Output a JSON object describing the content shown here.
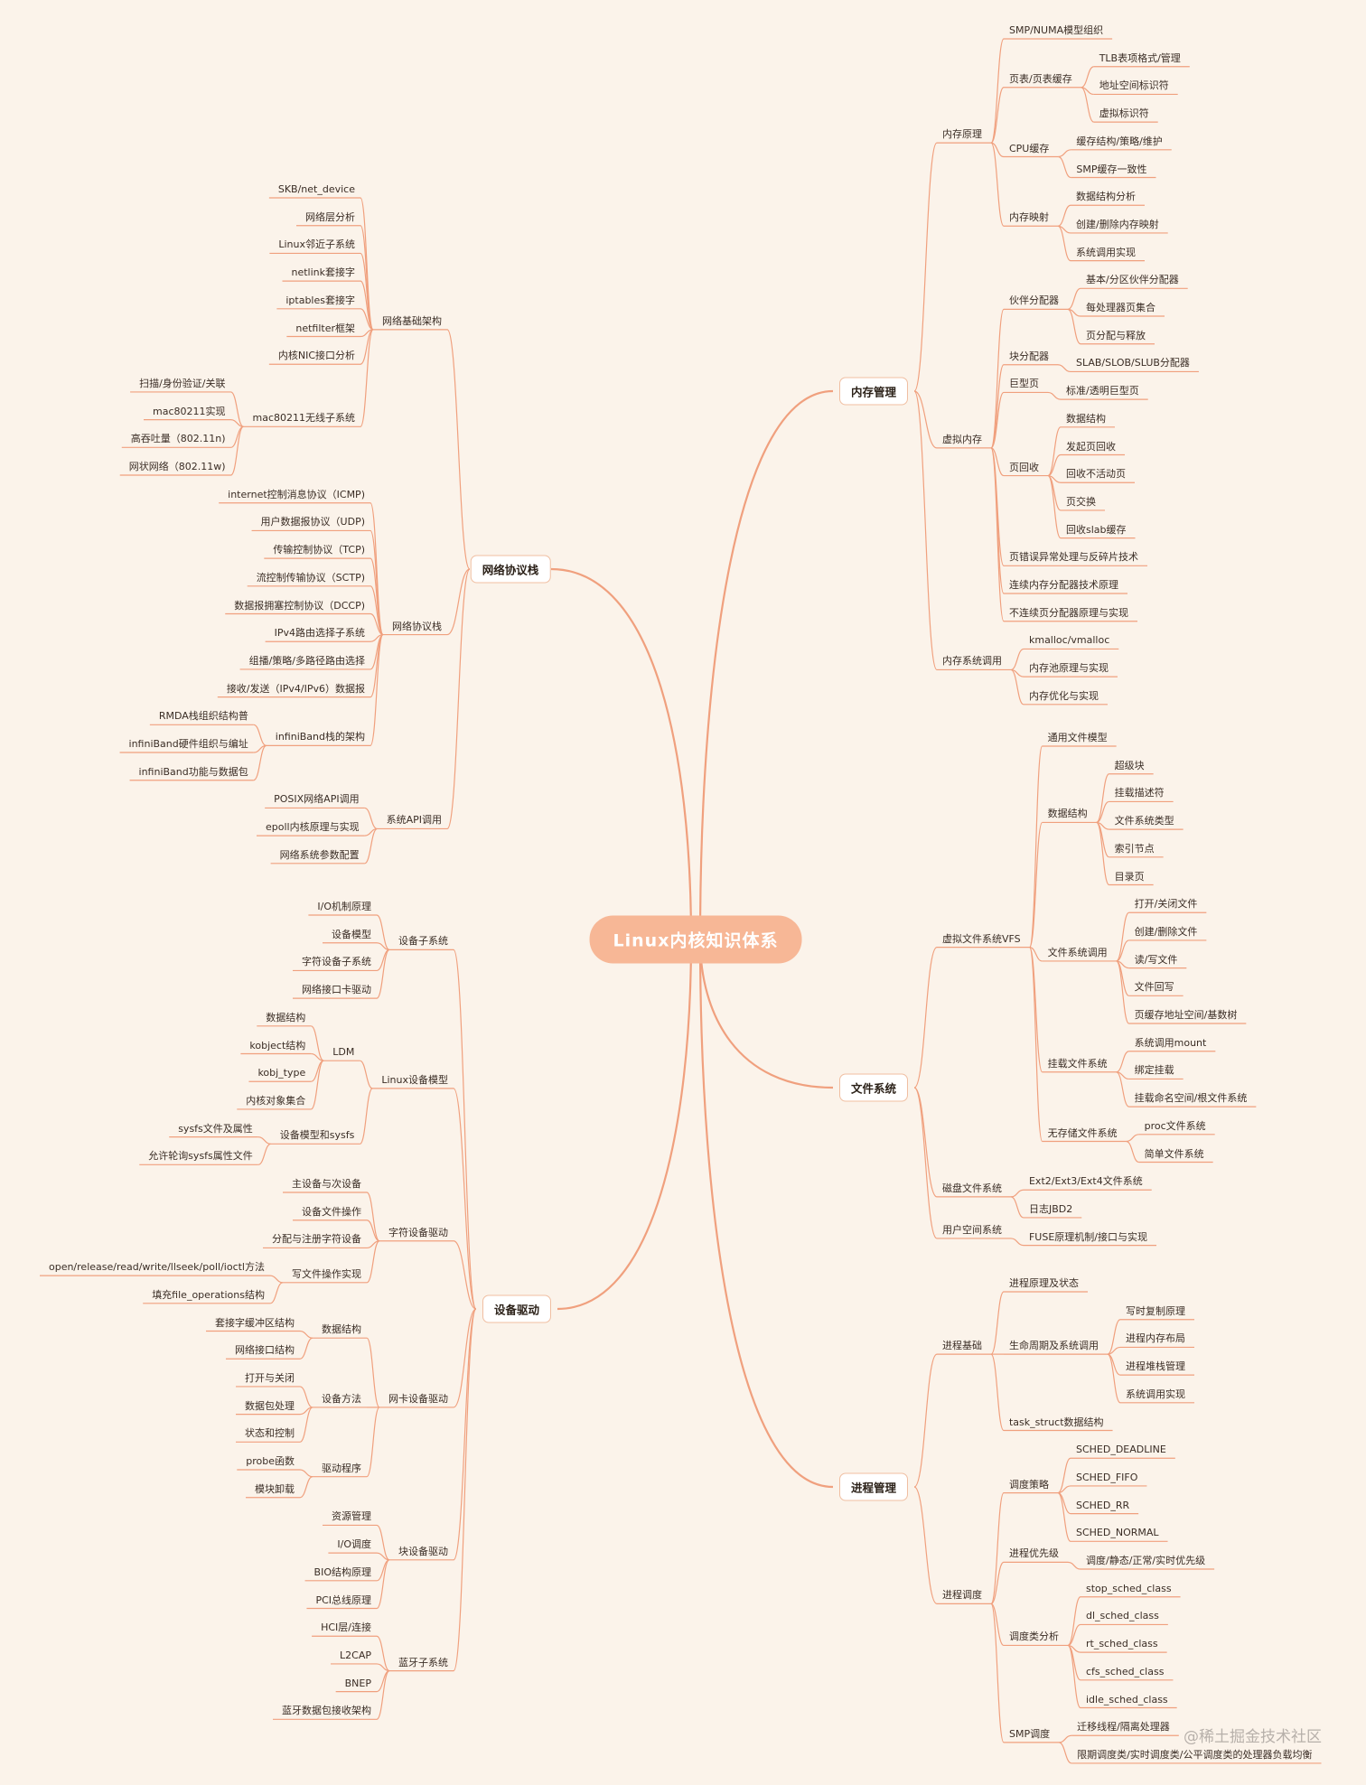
{
  "title": "Linux内核知识体系",
  "watermark": "@稀土掘金技术社区",
  "colors": {
    "link": "#f0a07e",
    "root": "#f7b796",
    "background": "#fbf3ea"
  },
  "branches": {
    "mem": {
      "label": "内存管理",
      "items": [
        {
          "label": "内存原理",
          "children": [
            {
              "label": "SMP/NUMA模型组织"
            },
            {
              "label": "页表/页表缓存",
              "children": [
                {
                  "label": "TLB表项格式/管理"
                },
                {
                  "label": "地址空间标识符"
                },
                {
                  "label": "虚拟标识符"
                }
              ]
            },
            {
              "label": "CPU缓存",
              "children": [
                {
                  "label": "缓存结构/策略/维护"
                },
                {
                  "label": "SMP缓存一致性"
                }
              ]
            },
            {
              "label": "内存映射",
              "children": [
                {
                  "label": "数据结构分析"
                },
                {
                  "label": "创建/删除内存映射"
                },
                {
                  "label": "系统调用实现"
                }
              ]
            }
          ]
        },
        {
          "label": "虚拟内存",
          "children": [
            {
              "label": "伙伴分配器",
              "children": [
                {
                  "label": "基本/分区伙伴分配器"
                },
                {
                  "label": "每处理器页集合"
                },
                {
                  "label": "页分配与释放"
                }
              ]
            },
            {
              "label": "块分配器",
              "children": [
                {
                  "label": "SLAB/SLOB/SLUB分配器"
                }
              ]
            },
            {
              "label": "巨型页",
              "children": [
                {
                  "label": "标准/透明巨型页"
                }
              ]
            },
            {
              "label": "页回收",
              "children": [
                {
                  "label": "数据结构"
                },
                {
                  "label": "发起页回收"
                },
                {
                  "label": "回收不活动页"
                },
                {
                  "label": "页交换"
                },
                {
                  "label": "回收slab缓存"
                }
              ]
            },
            {
              "label": "页错误异常处理与反碎片技术"
            },
            {
              "label": "连续内存分配器技术原理"
            },
            {
              "label": "不连续页分配器原理与实现"
            }
          ]
        },
        {
          "label": "内存系统调用",
          "children": [
            {
              "label": "kmalloc/vmalloc"
            },
            {
              "label": "内存池原理与实现"
            },
            {
              "label": "内存优化与实现"
            }
          ]
        }
      ]
    },
    "fs": {
      "label": "文件系统",
      "items": [
        {
          "label": "虚拟文件系统VFS",
          "children": [
            {
              "label": "通用文件模型"
            },
            {
              "label": "数据结构",
              "children": [
                {
                  "label": "超级块"
                },
                {
                  "label": "挂载描述符"
                },
                {
                  "label": "文件系统类型"
                },
                {
                  "label": "索引节点"
                },
                {
                  "label": "目录页"
                }
              ]
            },
            {
              "label": "文件系统调用",
              "children": [
                {
                  "label": "打开/关闭文件"
                },
                {
                  "label": "创建/删除文件"
                },
                {
                  "label": "读/写文件"
                },
                {
                  "label": "文件回写"
                },
                {
                  "label": "页缓存地址空间/基数树"
                }
              ]
            },
            {
              "label": "挂载文件系统",
              "children": [
                {
                  "label": "系统调用mount"
                },
                {
                  "label": "绑定挂载"
                },
                {
                  "label": "挂载命名空间/根文件系统"
                }
              ]
            },
            {
              "label": "无存储文件系统",
              "children": [
                {
                  "label": "proc文件系统"
                },
                {
                  "label": "简单文件系统"
                }
              ]
            }
          ]
        },
        {
          "label": "磁盘文件系统",
          "children": [
            {
              "label": "Ext2/Ext3/Ext4文件系统"
            },
            {
              "label": "日志JBD2"
            }
          ]
        },
        {
          "label": "用户空间系统",
          "children": [
            {
              "label": "FUSE原理机制/接口与实现"
            }
          ]
        }
      ]
    },
    "proc": {
      "label": "进程管理",
      "items": [
        {
          "label": "进程基础",
          "children": [
            {
              "label": "进程原理及状态"
            },
            {
              "label": "生命周期及系统调用",
              "children": [
                {
                  "label": "写时复制原理"
                },
                {
                  "label": "进程内存布局"
                },
                {
                  "label": "进程堆栈管理"
                },
                {
                  "label": "系统调用实现"
                }
              ]
            },
            {
              "label": "task_struct数据结构"
            }
          ]
        },
        {
          "label": "进程调度",
          "children": [
            {
              "label": "调度策略",
              "children": [
                {
                  "label": "SCHED_DEADLINE"
                },
                {
                  "label": "SCHED_FIFO"
                },
                {
                  "label": "SCHED_RR"
                },
                {
                  "label": "SCHED_NORMAL"
                }
              ]
            },
            {
              "label": "进程优先级",
              "children": [
                {
                  "label": "调度/静态/正常/实时优先级"
                }
              ]
            },
            {
              "label": "调度类分析",
              "children": [
                {
                  "label": "stop_sched_class"
                },
                {
                  "label": "dl_sched_class"
                },
                {
                  "label": "rt_sched_class"
                },
                {
                  "label": "cfs_sched_class"
                },
                {
                  "label": "idle_sched_class"
                }
              ]
            },
            {
              "label": "SMP调度",
              "children": [
                {
                  "label": "迁移线程/隔离处理器"
                },
                {
                  "label": "限期调度类/实时调度类/公平调度类的处理器负载均衡"
                }
              ]
            }
          ]
        }
      ]
    },
    "net": {
      "label": "网络协议栈",
      "items": [
        {
          "label": "网络基础架构",
          "children": [
            {
              "label": "SKB/net_device"
            },
            {
              "label": "网络层分析"
            },
            {
              "label": "Linux邻近子系统"
            },
            {
              "label": "netlink套接字"
            },
            {
              "label": "iptables套接字"
            },
            {
              "label": "netfilter框架"
            },
            {
              "label": "内核NIC接口分析"
            },
            {
              "label": "mac80211无线子系统",
              "children": [
                {
                  "label": "扫描/身份验证/关联"
                },
                {
                  "label": "mac80211实现"
                },
                {
                  "label": "高吞吐量（802.11n)"
                },
                {
                  "label": "网状网络（802.11w)"
                }
              ]
            }
          ]
        },
        {
          "label": "网络协议栈",
          "children": [
            {
              "label": "internet控制消息协议（ICMP)"
            },
            {
              "label": "用户数据报协议（UDP)"
            },
            {
              "label": "传输控制协议（TCP)"
            },
            {
              "label": "流控制传输协议（SCTP)"
            },
            {
              "label": "数据报拥塞控制协议（DCCP)"
            },
            {
              "label": "IPv4路由选择子系统"
            },
            {
              "label": "组播/策略/多路径路由选择"
            },
            {
              "label": "接收/发送（IPv4/IPv6）数据报"
            },
            {
              "label": "infiniBand栈的架构",
              "children": [
                {
                  "label": "RMDA栈组织结构普"
                },
                {
                  "label": "infiniBand硬件组织与编址"
                },
                {
                  "label": "infiniBand功能与数据包"
                }
              ]
            }
          ]
        },
        {
          "label": "系统API调用",
          "children": [
            {
              "label": "POSIX网络API调用"
            },
            {
              "label": "epoll内核原理与实现"
            },
            {
              "label": "网络系统参数配置"
            }
          ]
        }
      ]
    },
    "dev": {
      "label": "设备驱动",
      "items": [
        {
          "label": "设备子系统",
          "children": [
            {
              "label": "I/O机制原理"
            },
            {
              "label": "设备模型"
            },
            {
              "label": "字符设备子系统"
            },
            {
              "label": "网络接口卡驱动"
            }
          ]
        },
        {
          "label": "Linux设备模型",
          "children": [
            {
              "label": "LDM",
              "children": [
                {
                  "label": "数据结构"
                },
                {
                  "label": "kobject结构"
                },
                {
                  "label": "kobj_type"
                },
                {
                  "label": "内核对象集合"
                }
              ]
            },
            {
              "label": "设备模型和sysfs",
              "children": [
                {
                  "label": "sysfs文件及属性"
                },
                {
                  "label": "允许轮询sysfs属性文件"
                }
              ]
            }
          ]
        },
        {
          "label": "字符设备驱动",
          "children": [
            {
              "label": "主设备与次设备"
            },
            {
              "label": "设备文件操作"
            },
            {
              "label": "分配与注册字符设备"
            },
            {
              "label": "写文件操作实现",
              "children": [
                {
                  "label": "open/release/read/write/llseek/poll/ioctl方法"
                },
                {
                  "label": "填充file_operations结构"
                }
              ]
            }
          ]
        },
        {
          "label": "网卡设备驱动",
          "children": [
            {
              "label": "数据结构",
              "children": [
                {
                  "label": "套接字缓冲区结构"
                },
                {
                  "label": "网络接口结构"
                }
              ]
            },
            {
              "label": "设备方法",
              "children": [
                {
                  "label": "打开与关闭"
                },
                {
                  "label": "数据包处理"
                },
                {
                  "label": "状态和控制"
                }
              ]
            },
            {
              "label": "驱动程序",
              "children": [
                {
                  "label": "probe函数"
                },
                {
                  "label": "模块卸载"
                }
              ]
            }
          ]
        },
        {
          "label": "块设备驱动",
          "children": [
            {
              "label": "资源管理"
            },
            {
              "label": "I/O调度"
            },
            {
              "label": "BIO结构原理"
            },
            {
              "label": "PCI总线原理"
            }
          ]
        },
        {
          "label": "蓝牙子系统",
          "children": [
            {
              "label": "HCI层/连接"
            },
            {
              "label": "L2CAP"
            },
            {
              "label": "BNEP"
            },
            {
              "label": "蓝牙数据包接收架构"
            }
          ]
        }
      ]
    }
  }
}
